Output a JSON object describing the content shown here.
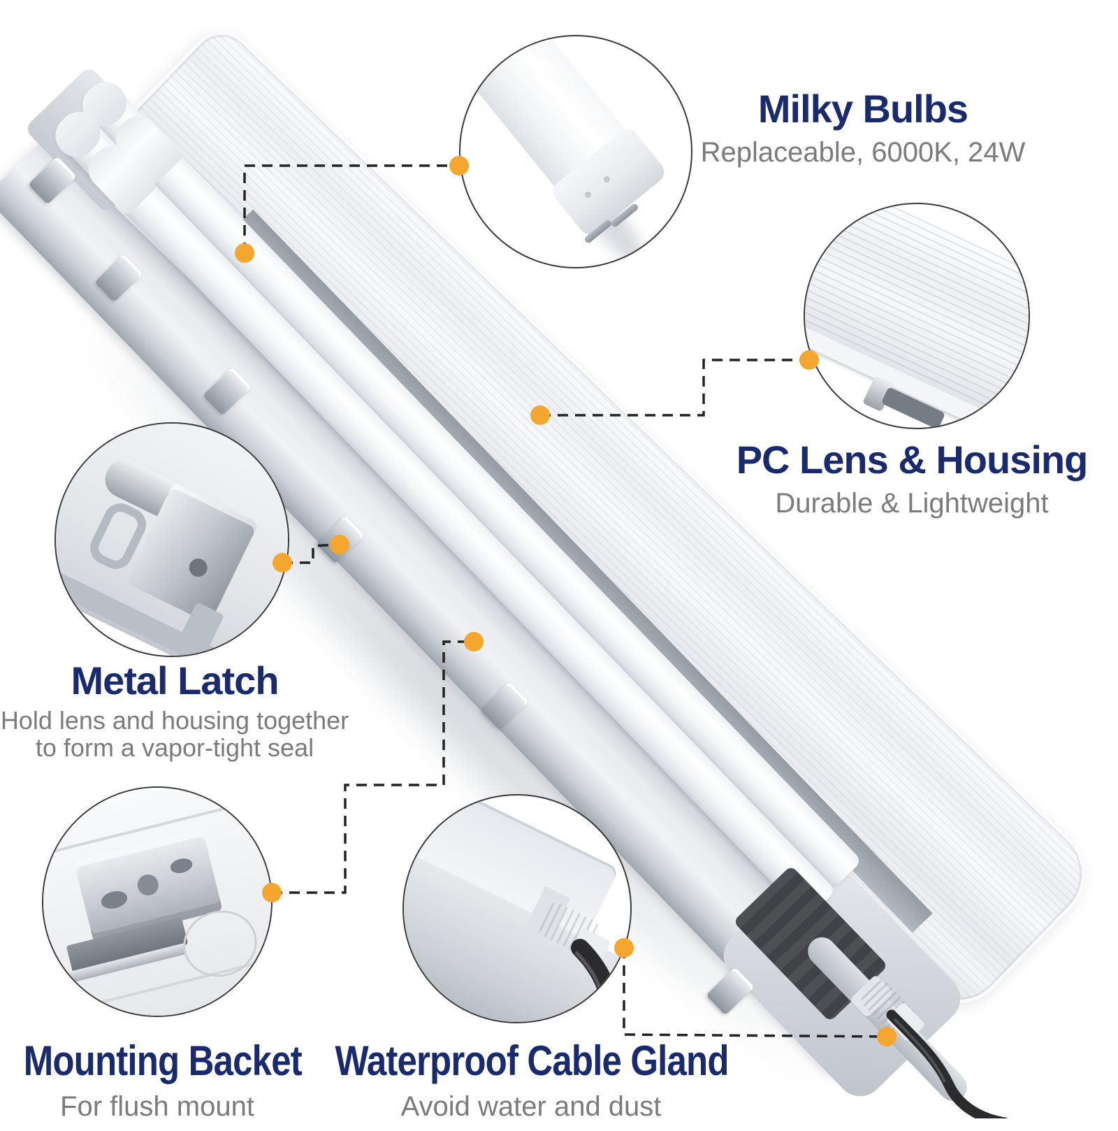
{
  "image_type": "product-feature-infographic",
  "product": "twin-tube vapor tight LED light fixture",
  "colors": {
    "heading_navy": "#1a2a6e",
    "subtitle_gray": "#7b7b7b",
    "accent_orange": "#f4a62f",
    "connector_line": "#222222",
    "background": "#ffffff"
  },
  "callouts": [
    {
      "id": "milky-bulbs",
      "title": "Milky Bulbs",
      "subtitle": "Replaceable, 6000K, 24W"
    },
    {
      "id": "pc-lens-housing",
      "title": "PC Lens & Housing",
      "subtitle": "Durable & Lightweight"
    },
    {
      "id": "metal-latch",
      "title": "Metal Latch",
      "subtitle_lines": [
        "Hold lens and housing together",
        "to form a vapor-tight seal"
      ]
    },
    {
      "id": "mounting-bracket",
      "title": "Mounting Backet",
      "subtitle": "For flush mount"
    },
    {
      "id": "waterproof-cable-gland",
      "title": "Waterproof Cable Gland",
      "subtitle": "Avoid water and dust"
    }
  ]
}
